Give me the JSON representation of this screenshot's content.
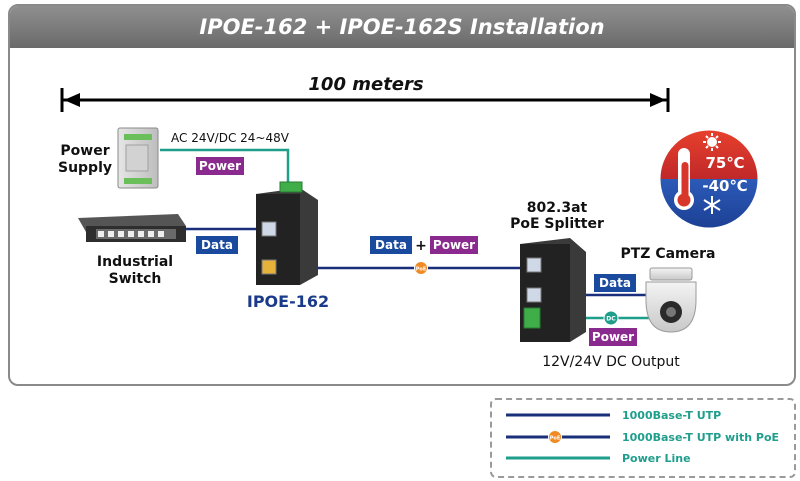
{
  "title": "IPOE-162 + IPOE-162S Installation",
  "distance_label": "100 meters",
  "power_supply": {
    "label_line1": "Power",
    "label_line2": "Supply",
    "input_label": "AC 24V/DC 24~48V"
  },
  "industrial_switch": {
    "label_line1": "Industrial",
    "label_line2": "Switch"
  },
  "injector": {
    "label": "IPOE-162"
  },
  "splitter": {
    "label_line1": "802.3at",
    "label_line2": "PoE Splitter",
    "output_label": "12V/24V DC Output"
  },
  "camera": {
    "label": "PTZ Camera"
  },
  "temperature": {
    "high": "75℃",
    "low": "-40℃"
  },
  "tags": {
    "power": "Power",
    "data": "Data",
    "plus": "+"
  },
  "markers": {
    "poe": "PoE",
    "dc": "DC"
  },
  "legend": {
    "items": [
      {
        "label": "1000Base-T UTP",
        "color": "#1a2f7a"
      },
      {
        "label": "1000Base-T UTP with PoE",
        "color": "#1a2f7a"
      },
      {
        "label": "Power Line",
        "color": "#1f9e8c"
      }
    ]
  },
  "colors": {
    "data_line": "#1a2f7a",
    "power_line": "#1f9e8c",
    "data_tag": "#1a4a9e",
    "power_tag": "#8a2a8e",
    "poe_marker": "#f08a24",
    "legend_text": "#1f9e8c"
  }
}
